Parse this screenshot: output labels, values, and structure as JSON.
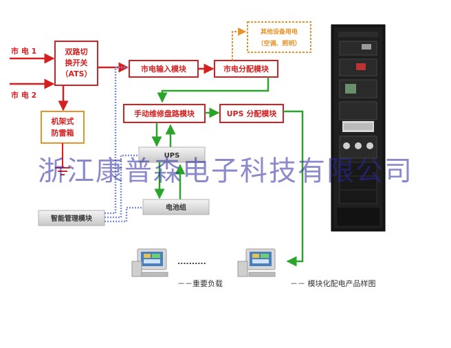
{
  "sources": {
    "mains1": "市 电 1",
    "mains2": "市 电 2"
  },
  "boxes": {
    "ats_line1": "双路切",
    "ats_line2": "换开关",
    "ats_line3": "（ATS）",
    "surge_line1": "机架式",
    "surge_line2": "防雷箱",
    "mains_input": "市电输入模块",
    "mains_dist": "市电分配模块",
    "other_equip_line1": "其他设备用电",
    "other_equip_line2": "（空调、照明）",
    "manual_bypass": "手动维修盘路模块",
    "ups_dist": "UPS 分配模块",
    "ups": "UPS",
    "battery": "电池组",
    "smart_mgmt": "智能管理模块"
  },
  "dots": "..........",
  "legend": {
    "loads": "－－重要负载",
    "photo": "－－ 模块化配电产品样图"
  },
  "watermark": "浙江康普森电子科技有限公司",
  "colors": {
    "red": "#d42020",
    "orange": "#e8932a",
    "green": "#2aa52a",
    "blue_dotted": "#7a8fd8",
    "grey_box": "#dcdcdc",
    "cabinet": "#1a1a1a"
  }
}
